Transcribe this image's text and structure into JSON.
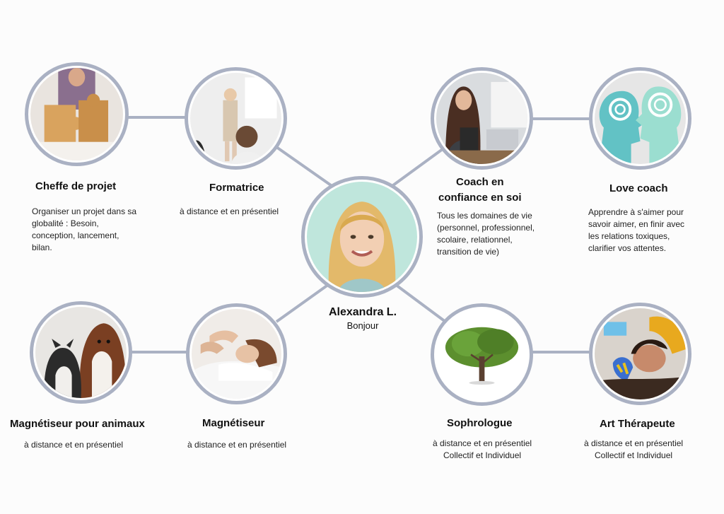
{
  "center": {
    "name": "Alexandra L.",
    "subtitle": "Bonjour"
  },
  "nodes": [
    {
      "title": "Cheffe de projet",
      "desc": [
        "Organiser un projet dans sa",
        "globalité : Besoin,",
        "conception, lancement,",
        "bilan."
      ],
      "icon": "puzzle-image"
    },
    {
      "title": "Formatrice",
      "desc": [
        "à distance et en présentiel"
      ],
      "icon": "presentation-image"
    },
    {
      "title": "Coach en",
      "title2": "confiance en soi",
      "desc": [
        "Tous les domaines de vie",
        "(personnel, professionnel,",
        "scolaire, relationnel,",
        "transition de vie)"
      ],
      "icon": "tablet-woman-image"
    },
    {
      "title": "Love coach",
      "desc": [
        "Apprendre à s'aimer pour",
        "savoir aimer, en finir avec",
        "les relations toxiques,",
        "clarifier vos attentes."
      ],
      "icon": "heads-image"
    },
    {
      "title": "Magnétiseur pour animaux",
      "desc": [
        "à distance et en présentiel"
      ],
      "icon": "cat-dog-image"
    },
    {
      "title": "Magnétiseur",
      "desc": [
        "à distance et en présentiel"
      ],
      "icon": "healing-hands-image"
    },
    {
      "title": "Sophrologue",
      "desc": [
        "à distance et en présentiel",
        "Collectif et Individuel"
      ],
      "icon": "tree-image"
    },
    {
      "title": "Art Thérapeute",
      "desc": [
        "à distance et en présentiel",
        "Collectif et Individuel"
      ],
      "icon": "painting-image"
    }
  ],
  "colors": {
    "ring": "#aab1c3",
    "line": "#aab1c3",
    "background": "#fcfcfc"
  }
}
